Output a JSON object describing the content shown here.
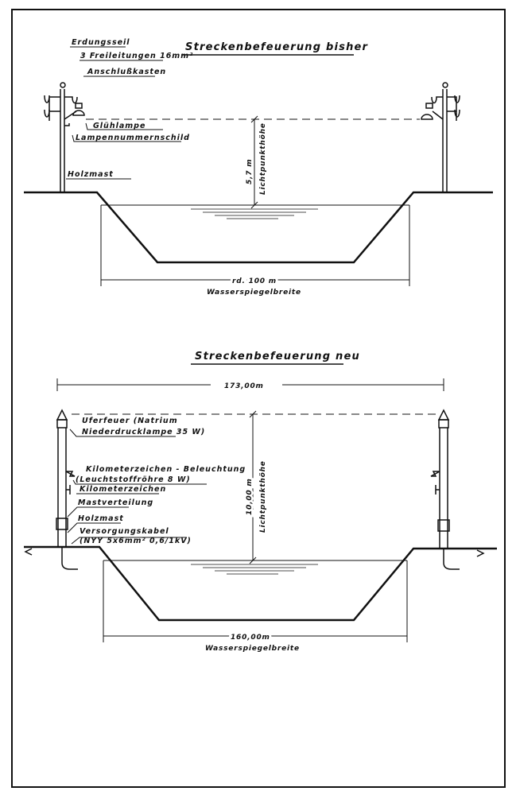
{
  "top": {
    "title": "Streckenbefeuerung bisher",
    "labels": {
      "ground_wire": "Erdungsseil",
      "overhead_lines": "3 Freileitungen 16mm²",
      "junction_box": "Anschlußkasten",
      "lamp": "Glühlampe",
      "lamp_number_sign": "Lampennummernschild",
      "mast": "Holzmast"
    },
    "height_value": "5,7 m",
    "height_label": "Lichtpunkthöhe",
    "width_value": "rd. 100 m",
    "width_label": "Wasserspiegelbreite"
  },
  "bottom": {
    "title": "Streckenbefeuerung neu",
    "span_value": "173,00m",
    "labels": {
      "bank_light_1": "Uferfeuer (Natrium",
      "bank_light_2": "Niederdrucklampe 35 W)",
      "km_light_1": "Kilometerzeichen - Beleuchtung",
      "km_light_2": "(Leuchtstoffröhre 8 W)",
      "km_sign": "Kilometerzeichen",
      "mast_distribution": "Mastverteilung",
      "mast": "Holzmast",
      "cable_1": "Versorgungskabel",
      "cable_2": "(NYY 5x6mm² 0,6/1kV)"
    },
    "height_value": "10,00 m",
    "height_label": "Lichtpunkthöhe",
    "width_value": "160,00m",
    "width_label": "Wasserspiegelbreite"
  }
}
